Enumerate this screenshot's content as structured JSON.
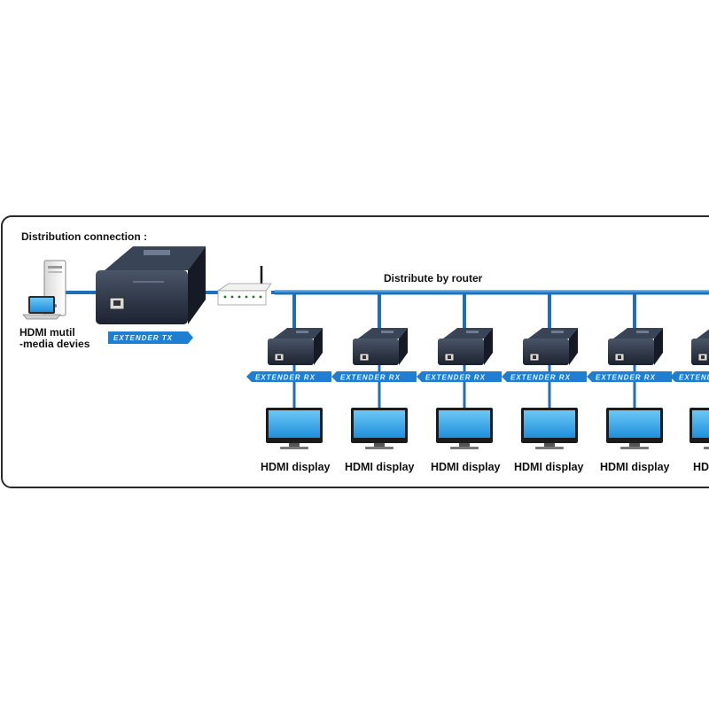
{
  "title": "Distribution connection :",
  "router_label": "Distribute by router",
  "source": {
    "label_line1": "HDMI mutil",
    "label_line2": "-media devies"
  },
  "transmitter": {
    "tag": "EXTENDER TX"
  },
  "receivers": [
    {
      "tag": "EXTENDER RX",
      "display_label": "HDMI display"
    },
    {
      "tag": "EXTENDER RX",
      "display_label": "HDMI display"
    },
    {
      "tag": "EXTENDER RX",
      "display_label": "HDMI display"
    },
    {
      "tag": "EXTENDER RX",
      "display_label": "HDMI display"
    },
    {
      "tag": "EXTENDER RX",
      "display_label": "HDMI display"
    },
    {
      "tag": "EXTENDER RX",
      "display_label": "HDMI display"
    }
  ],
  "colors": {
    "cable": "#1f6fb8",
    "cable_highlight": "#5fb0ea",
    "device_body": "#2a3344",
    "tag_band": "#1e7fd0",
    "screen": "#2aa3e8"
  }
}
